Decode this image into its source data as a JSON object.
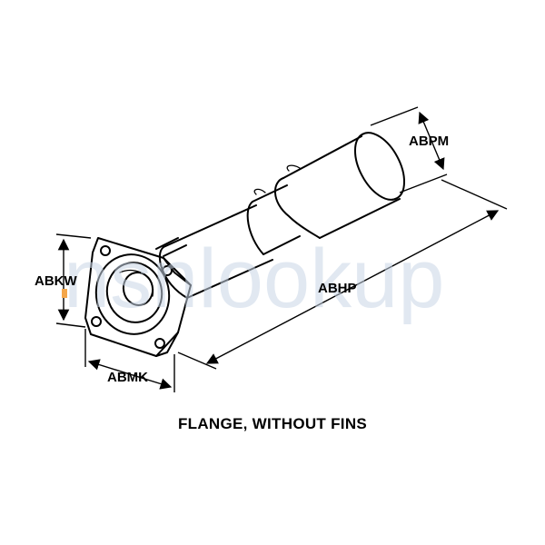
{
  "watermark": "nsnlookup",
  "labels": {
    "abpm": "ABPM",
    "abhp": "ABHP",
    "abkw": "ABKW",
    "abmk": "ABMK"
  },
  "caption": "FLANGE,  WITHOUT FINS",
  "colors": {
    "line": "#000000",
    "watermark": "#c9d6e6",
    "marker": "#f4a64a"
  }
}
